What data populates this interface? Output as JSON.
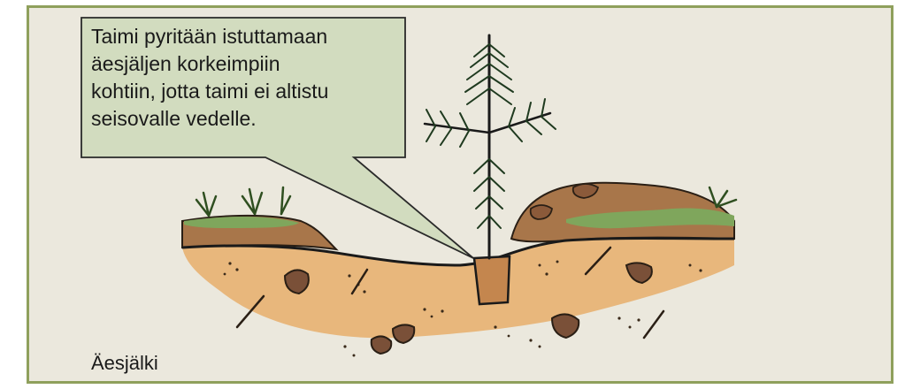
{
  "callout": {
    "lines": [
      "Taimi pyritään istuttamaan",
      "äesjäljen korkeimpiin",
      "kohtiin, jotta taimi ei altistu",
      "seisovalle vedelle."
    ]
  },
  "caption": "Äesjälki",
  "colors": {
    "panel_background": "#ebe8dd",
    "panel_border": "#8fa05c",
    "callout_fill": "#d2dcbf",
    "soil": "#e8b77c",
    "humus": "#a8764a",
    "grass": "#7fa65c",
    "stone": "#7a5038"
  },
  "icons": [
    "pine-seedling-icon",
    "stone-icon",
    "grass-tuft-icon"
  ]
}
